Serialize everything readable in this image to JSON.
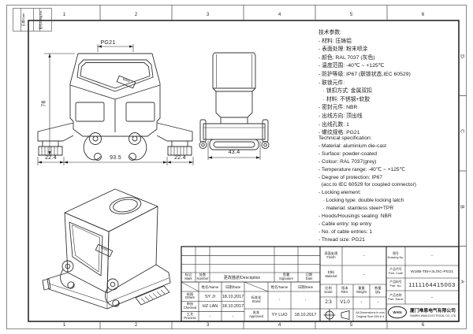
{
  "frame": {
    "columns": [
      "1",
      "2",
      "3",
      "4",
      "5",
      "6"
    ],
    "rows": [
      "D",
      "C",
      "B",
      "A"
    ],
    "corner": {
      "cell1": "日期/Date",
      "cell2": "图号/Drwg.No."
    }
  },
  "views": {
    "front": {
      "dim_thread": "PG21",
      "dim_height": "76",
      "dim_left": "22.4",
      "dim_middle": "93.5",
      "dim_right": "22.4",
      "logo": "WAIN"
    },
    "side": {
      "dim_width": "43.4"
    },
    "iso": {
      "logo": "WAIN"
    }
  },
  "spec_cn": {
    "lines": [
      "技术参数:",
      "- 材料: 压铸铝",
      "- 表面处理: 粉末喷涂",
      "- 颜色: RAL 7037 (灰色)",
      "- 温度范围: -40℃ ~ +125℃",
      "- 防护等级: IP67 (联锁状态,IEC 60529)",
      "- 联锁元件:",
      "   · 锁扣方式: 金属双扣",
      "   · 材料: 不锈钢+软胶",
      "- 密封元件: NBR",
      "- 出线方向: 顶出线",
      "- 出线孔数: 1",
      "- 螺纹规格: PG21"
    ]
  },
  "spec_en": {
    "lines": [
      "Technical specification:",
      "- Material: aluminium die-cast",
      "- Surface: powder-coated",
      "- Colour: RAL 7037(grey)",
      "- Temperature range: -40℃ ~ +125℃",
      "- Degree of protection: IP67",
      "  (acc.to IEC 60529 for coupled connector)",
      "- Locking element:",
      "   · Locking type: double locking latch",
      "   · material: stainless steel+TPR",
      "- Hoods/Housings sealing: NBR",
      "- Cable entry: top entry",
      "- No. of cable entries: 1",
      "- Thread size: PG21"
    ]
  },
  "titleblock": {
    "revision": {
      "mark": "标记\nMark",
      "number": "处数\nNumber",
      "description": "更改描述/Description",
      "signature": "签署\nSignature",
      "date": "日期\nDate",
      "name_header": "姓名/Name",
      "date_header": "日期/Date"
    },
    "signoff": {
      "drawn_label": "绘图\nDrawn",
      "drawn_name": "SY JI",
      "drawn_date": "18.10.2017",
      "checked_label": "审核\nChecked",
      "checked_name": "HZ LAN",
      "checked_date": "18.10.2017",
      "process_label": "工艺\nProcess",
      "process_name": "-",
      "process_date": "-",
      "stand_label": "标准化\nStand",
      "stand_name": "-",
      "stand_date": "-",
      "approved_label": "批准\nApproved",
      "approved_name": "YY LUO",
      "approved_date": "18.10.2017"
    },
    "fields": {
      "finish_label": "表面处理\nFinish",
      "finish_value": "-",
      "material_label": "材料\nMaterial",
      "material_value": "-",
      "scale_label": "比例\nScale",
      "scale_value": "2:3",
      "rev_label": "版本\nREV.",
      "rev_value": "V1.0",
      "weight_label": "重量\nWeight",
      "weight_value": "-",
      "qty_label": "数量\nQty.",
      "qty_value": "-",
      "drawing_no_label": "图号\nDrawing No.",
      "drawing_no_value": "-",
      "part_code_label": "产品代号\nPart. Code",
      "part_code_value": "W16B-TEH-2L/SC-PG21",
      "part_no_label": "产品料号\nPart. No.",
      "part_no_value": "1111164415003",
      "part_name_label": "产品名称\nPart. Name",
      "part_name_value": "-"
    },
    "notes": {
      "dims": "All Dimensions in mm\nOriginal Size DIN A 4"
    },
    "company": {
      "logo": "WAIN",
      "name_cn": "厦门唯恩电气有限公司",
      "name_en": "XIAMEN WAIN ELECTRICAL CO.,LTD"
    }
  }
}
